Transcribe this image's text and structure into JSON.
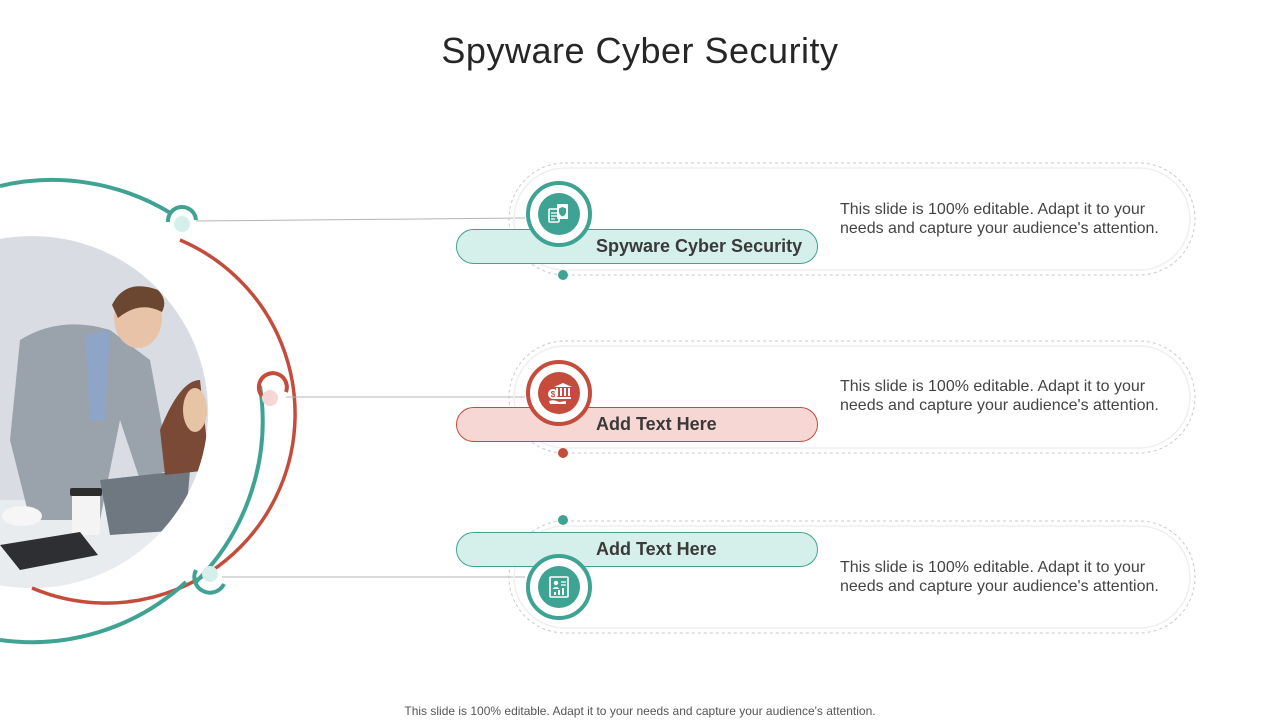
{
  "title": "Spyware Cyber Security",
  "footer": "This slide is 100% editable. Adapt it to your needs and capture your audience's attention.",
  "colors": {
    "teal": "#3fa394",
    "red": "#c44c3c",
    "teal_light": "#d5efea",
    "red_light": "#f6d7d3"
  },
  "items": [
    {
      "label": "Spyware Cyber Security",
      "description": "This slide is 100% editable. Adapt it to your needs and capture your audience's attention.",
      "icon": "document-shield-icon",
      "accent": "teal"
    },
    {
      "label": "Add Text Here",
      "description": "This slide is 100% editable. Adapt it to your needs and capture your audience's attention.",
      "icon": "bank-dollar-icon",
      "accent": "red"
    },
    {
      "label": "Add Text Here",
      "description": "This slide is 100% editable. Adapt it to your needs and capture your audience's attention.",
      "icon": "presentation-chart-icon",
      "accent": "teal"
    }
  ]
}
